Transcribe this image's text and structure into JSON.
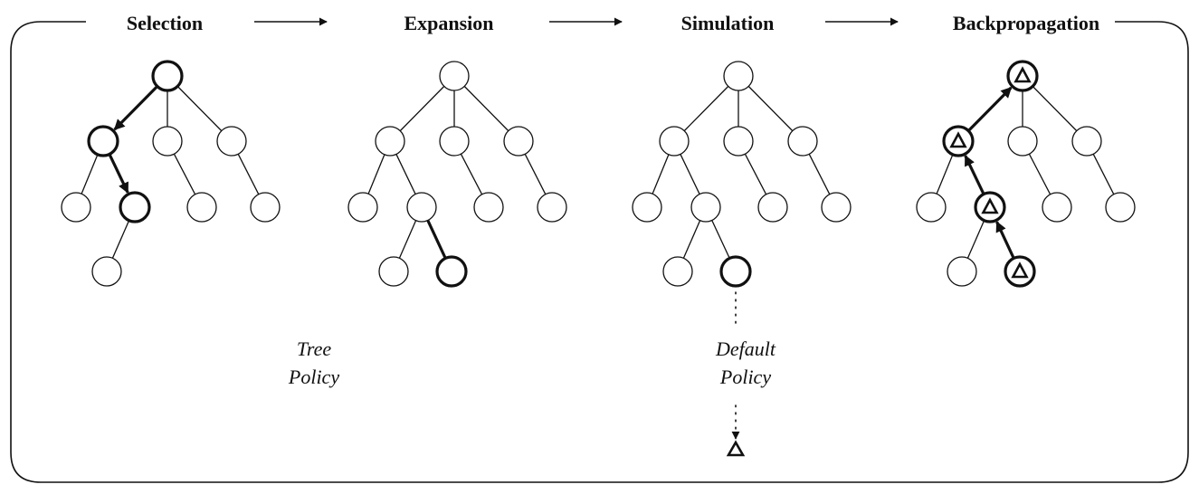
{
  "stages": [
    {
      "id": "selection",
      "title": "Selection"
    },
    {
      "id": "expansion",
      "title": "Expansion"
    },
    {
      "id": "simulation",
      "title": "Simulation"
    },
    {
      "id": "backpropagation",
      "title": "Backpropagation"
    }
  ],
  "labels": {
    "tree_policy": [
      "Tree",
      "Policy"
    ],
    "default_policy": [
      "Default",
      "Policy"
    ]
  }
}
